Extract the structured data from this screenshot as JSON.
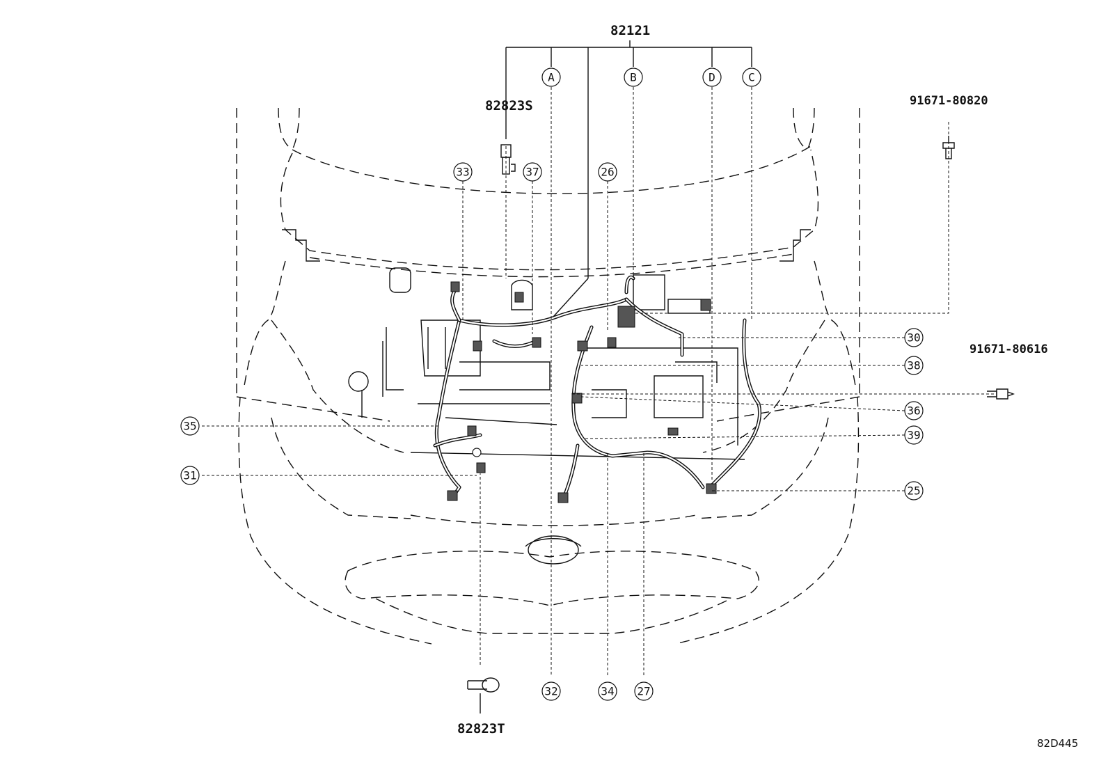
{
  "part_numbers": {
    "main_harness": "82121",
    "connector_s": "82823S",
    "connector_t": "82823T",
    "bolt_upper": "91671-80820",
    "bolt_right": "91671-80616"
  },
  "branch_letters": [
    "A",
    "B",
    "D",
    "C"
  ],
  "callouts": [
    "33",
    "37",
    "26",
    "30",
    "38",
    "36",
    "39",
    "25",
    "35",
    "31",
    "32",
    "34",
    "27"
  ],
  "drawing_code": "82D445"
}
